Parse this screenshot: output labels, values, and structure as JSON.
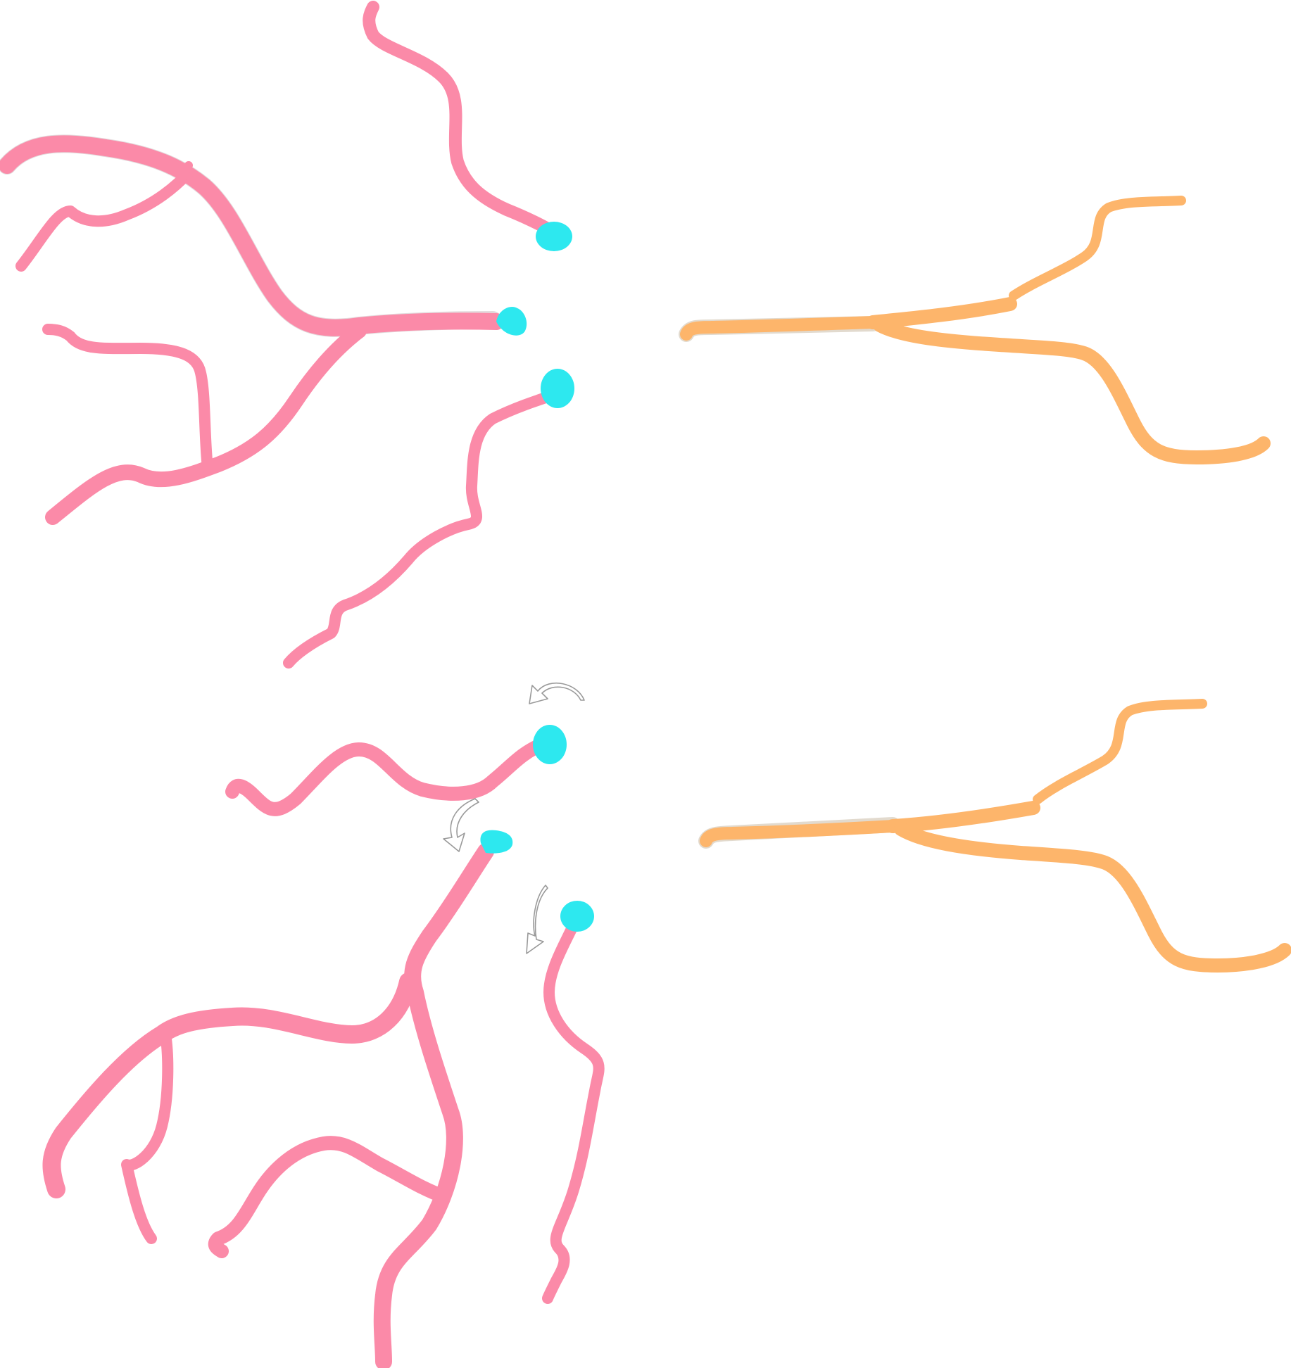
{
  "diagram": {
    "background": "#ffffff",
    "colors": {
      "neuron": "#fb8aa8",
      "growth_cone": "#2de8ef",
      "target_axon": "#fdb56b",
      "retraction_arrow": "#ffffff"
    },
    "panels": [
      {
        "id": "top",
        "neuron_branches_with_growth_cones": 3,
        "retraction_arrows": 0
      },
      {
        "id": "bottom",
        "neuron_branches_with_growth_cones": 3,
        "retraction_arrows": 3
      }
    ],
    "icons": {
      "growth_cone": "teal-blob",
      "retraction_arrow": "curved-arrow-icon"
    }
  }
}
